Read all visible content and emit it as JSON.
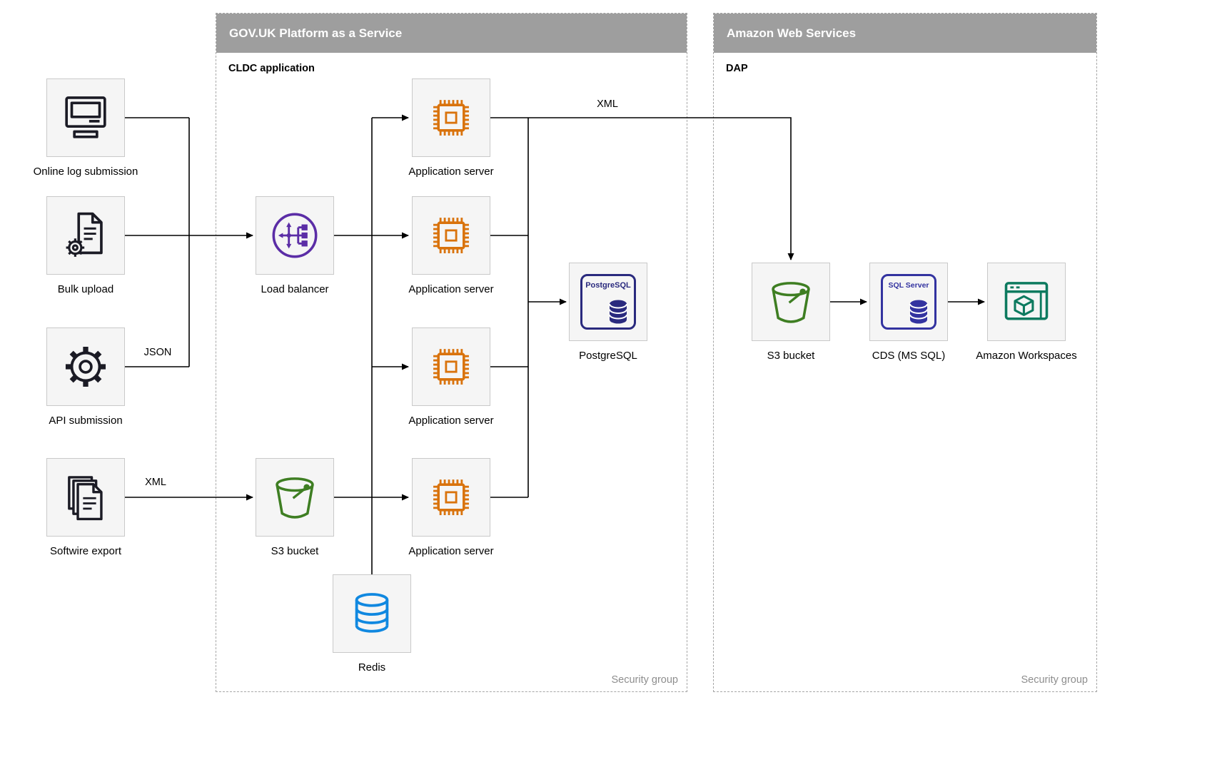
{
  "containers": {
    "govuk": {
      "title": "GOV.UK Platform as a Service",
      "sublabel": "CLDC application",
      "footer": "Security group"
    },
    "aws": {
      "title": "Amazon Web Services",
      "sublabel": "DAP",
      "footer": "Security group"
    }
  },
  "nodes": {
    "online_log_submission": {
      "label": "Online log submission",
      "icon": "computer-icon"
    },
    "bulk_upload": {
      "label": "Bulk upload",
      "icon": "document-gear-icon"
    },
    "api_submission": {
      "label": "API submission",
      "icon": "gear-icon"
    },
    "softwire_export": {
      "label": "Softwire export",
      "icon": "documents-stack-icon"
    },
    "load_balancer": {
      "label": "Load balancer",
      "icon": "load-balancer-icon"
    },
    "application_server": {
      "label": "Application server",
      "icon": "chip-icon",
      "count": 4
    },
    "postgresql": {
      "label": "PostgreSQL",
      "badge": "PostgreSQL",
      "icon": "postgresql-icon"
    },
    "s3_bucket_govuk": {
      "label": "S3 bucket",
      "icon": "s3-bucket-icon"
    },
    "redis": {
      "label": "Redis",
      "icon": "redis-database-icon"
    },
    "s3_bucket_aws": {
      "label": "S3 bucket",
      "icon": "s3-bucket-icon"
    },
    "cds_ms_sql": {
      "label": "CDS (MS SQL)",
      "badge": "SQL Server",
      "icon": "sql-server-icon"
    },
    "amazon_workspaces": {
      "label": "Amazon Workspaces",
      "icon": "workspaces-icon"
    }
  },
  "edge_labels": {
    "api_json": "JSON",
    "softwire_xml": "XML",
    "appserver_xml": "XML"
  },
  "colors": {
    "container_header": "#9e9e9e",
    "node_fill": "#f5f5f5",
    "node_border": "#c9c9c9",
    "dark_icon": "#1b1b25",
    "load_balancer_purple": "#5b2da6",
    "app_server_orange": "#d9730d",
    "postgresql_navy": "#2a2a7e",
    "s3_green": "#3e7e22",
    "redis_blue": "#1088e0",
    "sql_server_blue": "#3333a0",
    "workspaces_teal": "#0d7a5f",
    "arrow": "#000000",
    "security_group_text": "#8e8e8e"
  }
}
